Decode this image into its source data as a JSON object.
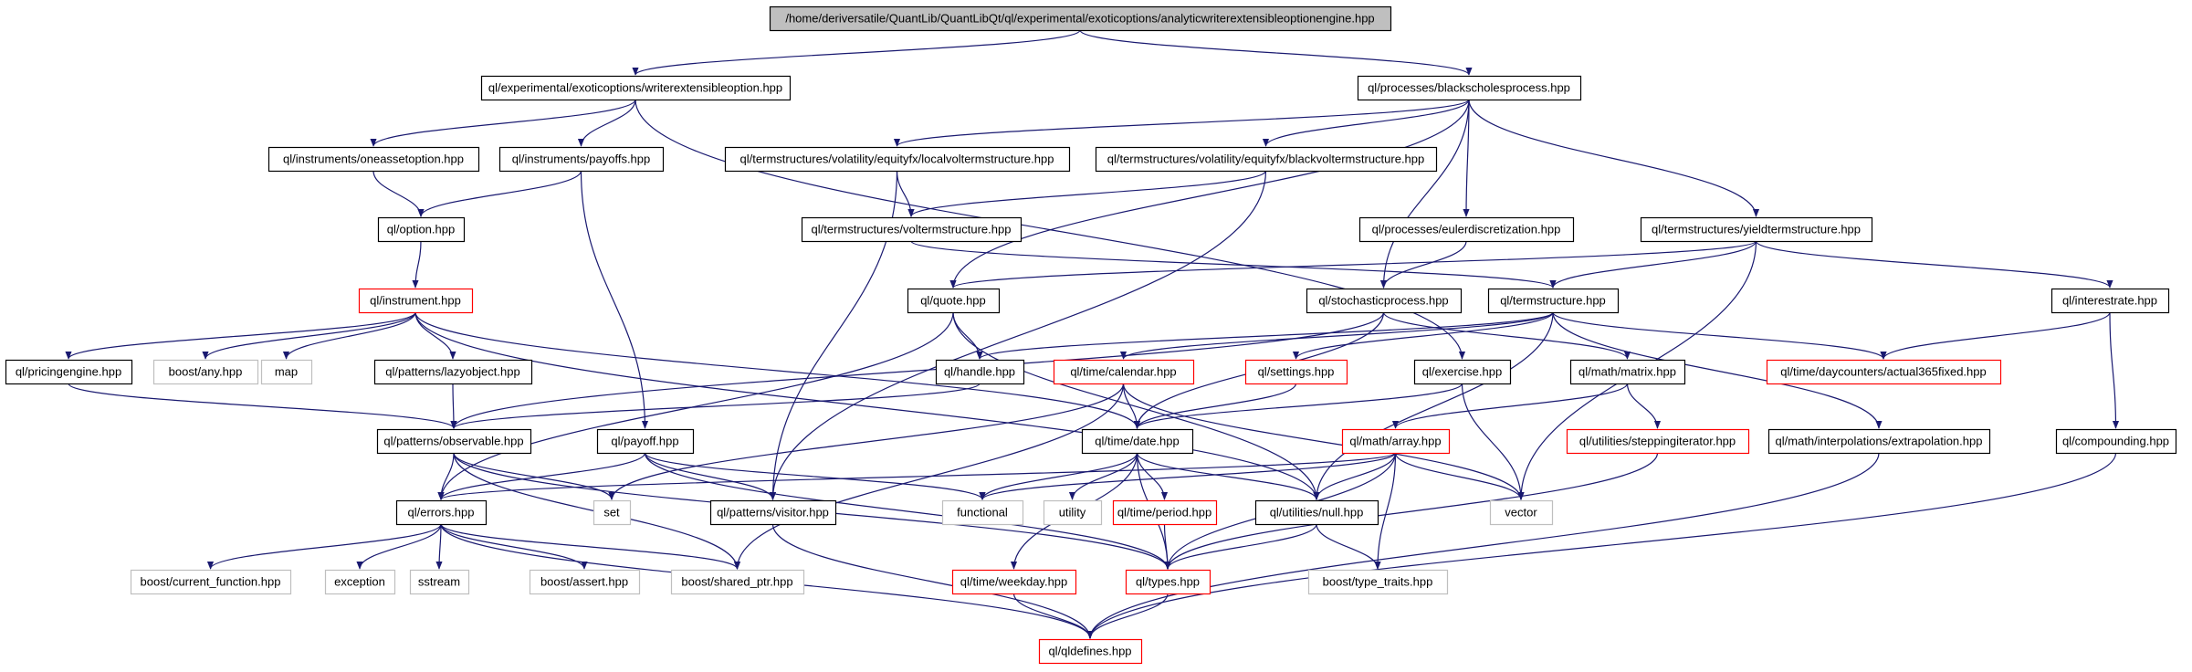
{
  "diagram": {
    "nodes": [
      {
        "id": "root",
        "label": "/home/deriversatile/QuantLib/QuantLibQt/ql/experimental/exoticoptions/analyticwriterextensibleoptionengine.hpp",
        "style": "root"
      },
      {
        "id": "writeropt",
        "label": "ql/experimental/exoticoptions/writerextensibleoption.hpp",
        "style": "normal"
      },
      {
        "id": "bsprocess",
        "label": "ql/processes/blackscholesprocess.hpp",
        "style": "normal"
      },
      {
        "id": "oneasset",
        "label": "ql/instruments/oneassetoption.hpp",
        "style": "normal"
      },
      {
        "id": "payoffs",
        "label": "ql/instruments/payoffs.hpp",
        "style": "normal"
      },
      {
        "id": "localvol",
        "label": "ql/termstructures/volatility/equityfx/localvoltermstructure.hpp",
        "style": "normal"
      },
      {
        "id": "blackvol",
        "label": "ql/termstructures/volatility/equityfx/blackvoltermstructure.hpp",
        "style": "normal"
      },
      {
        "id": "option",
        "label": "ql/option.hpp",
        "style": "normal"
      },
      {
        "id": "voltermstr",
        "label": "ql/termstructures/voltermstructure.hpp",
        "style": "normal"
      },
      {
        "id": "euler",
        "label": "ql/processes/eulerdiscretization.hpp",
        "style": "normal"
      },
      {
        "id": "yieldts",
        "label": "ql/termstructures/yieldtermstructure.hpp",
        "style": "normal"
      },
      {
        "id": "instrument",
        "label": "ql/instrument.hpp",
        "style": "red"
      },
      {
        "id": "quote",
        "label": "ql/quote.hpp",
        "style": "normal"
      },
      {
        "id": "stochproc",
        "label": "ql/stochasticprocess.hpp",
        "style": "normal"
      },
      {
        "id": "termstr",
        "label": "ql/termstructure.hpp",
        "style": "normal"
      },
      {
        "id": "interestrate",
        "label": "ql/interestrate.hpp",
        "style": "normal"
      },
      {
        "id": "pricingengine",
        "label": "ql/pricingengine.hpp",
        "style": "normal"
      },
      {
        "id": "boostany",
        "label": "boost/any.hpp",
        "style": "ext"
      },
      {
        "id": "map",
        "label": "map",
        "style": "ext"
      },
      {
        "id": "lazyobject",
        "label": "ql/patterns/lazyobject.hpp",
        "style": "normal"
      },
      {
        "id": "handle",
        "label": "ql/handle.hpp",
        "style": "normal"
      },
      {
        "id": "calendar",
        "label": "ql/time/calendar.hpp",
        "style": "red"
      },
      {
        "id": "settings",
        "label": "ql/settings.hpp",
        "style": "red"
      },
      {
        "id": "exercise",
        "label": "ql/exercise.hpp",
        "style": "normal"
      },
      {
        "id": "matrix",
        "label": "ql/math/matrix.hpp",
        "style": "normal"
      },
      {
        "id": "actual365",
        "label": "ql/time/daycounters/actual365fixed.hpp",
        "style": "red"
      },
      {
        "id": "observable",
        "label": "ql/patterns/observable.hpp",
        "style": "normal"
      },
      {
        "id": "payoff",
        "label": "ql/payoff.hpp",
        "style": "normal"
      },
      {
        "id": "date",
        "label": "ql/time/date.hpp",
        "style": "normal"
      },
      {
        "id": "array",
        "label": "ql/math/array.hpp",
        "style": "red"
      },
      {
        "id": "steppingit",
        "label": "ql/utilities/steppingiterator.hpp",
        "style": "red"
      },
      {
        "id": "extrapolation",
        "label": "ql/math/interpolations/extrapolation.hpp",
        "style": "normal"
      },
      {
        "id": "compounding",
        "label": "ql/compounding.hpp",
        "style": "normal"
      },
      {
        "id": "errors",
        "label": "ql/errors.hpp",
        "style": "normal"
      },
      {
        "id": "set",
        "label": "set",
        "style": "ext"
      },
      {
        "id": "visitor",
        "label": "ql/patterns/visitor.hpp",
        "style": "normal"
      },
      {
        "id": "functional",
        "label": "functional",
        "style": "ext"
      },
      {
        "id": "utility",
        "label": "utility",
        "style": "ext"
      },
      {
        "id": "period",
        "label": "ql/time/period.hpp",
        "style": "red"
      },
      {
        "id": "null",
        "label": "ql/utilities/null.hpp",
        "style": "normal"
      },
      {
        "id": "vector",
        "label": "vector",
        "style": "ext"
      },
      {
        "id": "curfunc",
        "label": "boost/current_function.hpp",
        "style": "ext"
      },
      {
        "id": "exception",
        "label": "exception",
        "style": "ext"
      },
      {
        "id": "sstream",
        "label": "sstream",
        "style": "ext"
      },
      {
        "id": "assert",
        "label": "boost/assert.hpp",
        "style": "ext"
      },
      {
        "id": "sharedptr",
        "label": "boost/shared_ptr.hpp",
        "style": "ext"
      },
      {
        "id": "weekday",
        "label": "ql/time/weekday.hpp",
        "style": "red"
      },
      {
        "id": "types",
        "label": "ql/types.hpp",
        "style": "red"
      },
      {
        "id": "typetraits",
        "label": "boost/type_traits.hpp",
        "style": "ext"
      },
      {
        "id": "qldefines",
        "label": "ql/qldefines.hpp",
        "style": "red"
      }
    ],
    "edges": [
      [
        "root",
        "writeropt"
      ],
      [
        "root",
        "bsprocess"
      ],
      [
        "writeropt",
        "oneasset"
      ],
      [
        "writeropt",
        "payoffs"
      ],
      [
        "writeropt",
        "exercise"
      ],
      [
        "oneasset",
        "option"
      ],
      [
        "payoffs",
        "option"
      ],
      [
        "payoffs",
        "payoff"
      ],
      [
        "option",
        "instrument"
      ],
      [
        "instrument",
        "pricingengine"
      ],
      [
        "instrument",
        "boostany"
      ],
      [
        "instrument",
        "map"
      ],
      [
        "instrument",
        "lazyobject"
      ],
      [
        "instrument",
        "date"
      ],
      [
        "instrument",
        "null"
      ],
      [
        "pricingengine",
        "observable"
      ],
      [
        "lazyobject",
        "observable"
      ],
      [
        "bsprocess",
        "localvol"
      ],
      [
        "bsprocess",
        "blackvol"
      ],
      [
        "bsprocess",
        "euler"
      ],
      [
        "bsprocess",
        "yieldts"
      ],
      [
        "bsprocess",
        "quote"
      ],
      [
        "bsprocess",
        "stochproc"
      ],
      [
        "localvol",
        "voltermstr"
      ],
      [
        "localvol",
        "visitor"
      ],
      [
        "blackvol",
        "voltermstr"
      ],
      [
        "blackvol",
        "visitor"
      ],
      [
        "voltermstr",
        "termstr"
      ],
      [
        "euler",
        "stochproc"
      ],
      [
        "yieldts",
        "quote"
      ],
      [
        "yieldts",
        "termstr"
      ],
      [
        "yieldts",
        "interestrate"
      ],
      [
        "yieldts",
        "vector"
      ],
      [
        "quote",
        "handle"
      ],
      [
        "quote",
        "errors"
      ],
      [
        "quote",
        "null"
      ],
      [
        "stochproc",
        "observable"
      ],
      [
        "stochproc",
        "matrix"
      ],
      [
        "stochproc",
        "date"
      ],
      [
        "termstr",
        "handle"
      ],
      [
        "termstr",
        "calendar"
      ],
      [
        "termstr",
        "settings"
      ],
      [
        "termstr",
        "actual365"
      ],
      [
        "termstr",
        "null"
      ],
      [
        "termstr",
        "extrapolation"
      ],
      [
        "interestrate",
        "actual365"
      ],
      [
        "interestrate",
        "compounding"
      ],
      [
        "handle",
        "observable"
      ],
      [
        "calendar",
        "date"
      ],
      [
        "calendar",
        "set"
      ],
      [
        "calendar",
        "vector"
      ],
      [
        "calendar",
        "sharedptr"
      ],
      [
        "settings",
        "date"
      ],
      [
        "exercise",
        "date"
      ],
      [
        "exercise",
        "vector"
      ],
      [
        "matrix",
        "array"
      ],
      [
        "matrix",
        "steppingit"
      ],
      [
        "observable",
        "errors"
      ],
      [
        "observable",
        "set"
      ],
      [
        "observable",
        "sharedptr"
      ],
      [
        "observable",
        "types"
      ],
      [
        "payoff",
        "errors"
      ],
      [
        "payoff",
        "visitor"
      ],
      [
        "payoff",
        "functional"
      ],
      [
        "payoff",
        "types"
      ],
      [
        "date",
        "functional"
      ],
      [
        "date",
        "utility"
      ],
      [
        "date",
        "period"
      ],
      [
        "date",
        "null"
      ],
      [
        "date",
        "weekday"
      ],
      [
        "date",
        "types"
      ],
      [
        "array",
        "errors"
      ],
      [
        "array",
        "functional"
      ],
      [
        "array",
        "null"
      ],
      [
        "array",
        "vector"
      ],
      [
        "array",
        "types"
      ],
      [
        "array",
        "typetraits"
      ],
      [
        "steppingit",
        "types"
      ],
      [
        "extrapolation",
        "qldefines"
      ],
      [
        "compounding",
        "qldefines"
      ],
      [
        "errors",
        "curfunc"
      ],
      [
        "errors",
        "exception"
      ],
      [
        "errors",
        "sstream"
      ],
      [
        "errors",
        "assert"
      ],
      [
        "errors",
        "sharedptr"
      ],
      [
        "errors",
        "qldefines"
      ],
      [
        "visitor",
        "qldefines"
      ],
      [
        "period",
        "types"
      ],
      [
        "null",
        "types"
      ],
      [
        "null",
        "typetraits"
      ],
      [
        "weekday",
        "qldefines"
      ],
      [
        "types",
        "qldefines"
      ]
    ],
    "colors": {
      "edge": "#191970",
      "border_normal": "#000000",
      "border_red": "#ff0000",
      "border_ext": "#bfbfbf",
      "root_fill": "#bfbfbf",
      "fill": "#ffffff"
    }
  }
}
